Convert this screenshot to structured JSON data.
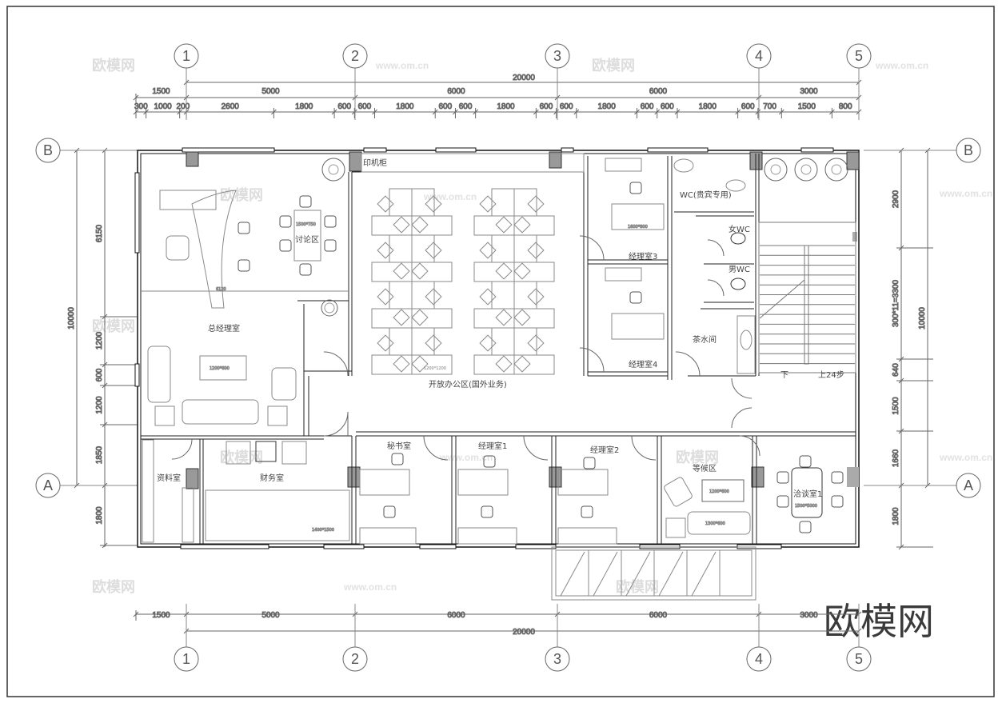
{
  "grid_axes": {
    "columns": [
      "1",
      "2",
      "3",
      "4",
      "5"
    ],
    "rows": [
      "B",
      "A"
    ]
  },
  "dimensions": {
    "top_total": "20000",
    "top_spans": [
      "1500",
      "5000",
      "6000",
      "6000",
      "3000"
    ],
    "top_detail": [
      300,
      1000,
      200,
      2600,
      1800,
      600,
      600,
      1800,
      600,
      600,
      1800,
      600,
      600,
      1800,
      600,
      600,
      1800,
      600,
      700,
      1500,
      800
    ],
    "bottom_total": "20000",
    "bottom_spans": [
      "1500",
      "5000",
      "6000",
      "6000",
      "3000"
    ],
    "left_total": "10000",
    "left_segments": [
      "6150",
      "1200",
      "600",
      "1200",
      "1850",
      "1800"
    ],
    "right_total": "10000",
    "right_segments": [
      "2900",
      "300*11=3300",
      "640",
      "1500",
      "1660",
      "1800"
    ]
  },
  "rooms": {
    "ceo_office": "总经理室",
    "discussion_area": "讨论区",
    "open_office": "开放办公区(国外业务)",
    "manager_3": "经理室3",
    "manager_4": "经理室4",
    "vip_wc": "WC(贵宾专用)",
    "female_wc": "女WC",
    "male_wc": "男WC",
    "pantry": "茶水间",
    "stairs_up": "上24步",
    "stairs_down": "下",
    "secretary": "秘书室",
    "manager_1": "经理室1",
    "manager_2": "经理室2",
    "waiting_area": "等候区",
    "meeting_room_1": "洽谈室1",
    "finance": "财务室",
    "archive": "资料室",
    "printer_cabinet": "印机柜"
  },
  "furniture_labels": {
    "discussion_table": "1500*750",
    "workstation": "1200*1200",
    "coffee_table": "1200*600",
    "sofa": "1300*600",
    "manager_desk": "1600*800",
    "meeting_table": "1500*5000",
    "finance_desk": "1400*1500",
    "ceo_span": "6120"
  },
  "watermark": {
    "logo": "欧模网",
    "url": "www.om.cn"
  },
  "colors": {
    "line": "#555555",
    "wall": "#111111",
    "column": "#999999",
    "furniture": "#8a8a8a"
  }
}
